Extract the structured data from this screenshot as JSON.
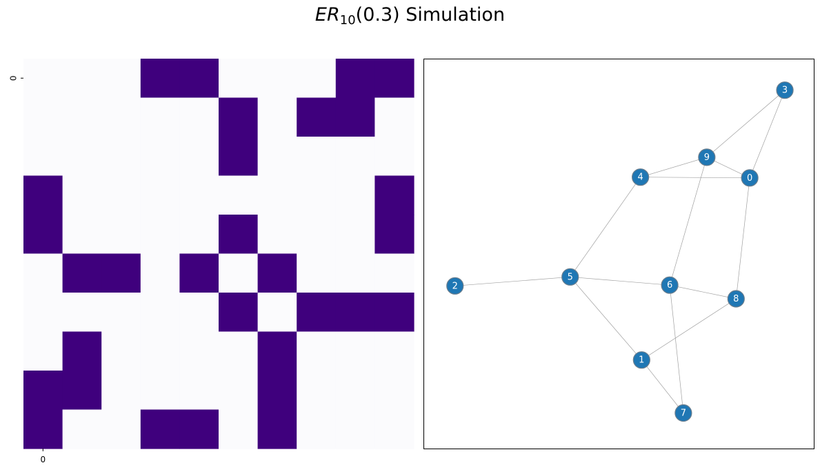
{
  "figure": {
    "title_main": "ER",
    "title_sub": "10",
    "title_rest": "(0.3) Simulation"
  },
  "chart_data": [
    {
      "type": "heatmap",
      "rows": 10,
      "cols": 10,
      "x_tick_labels": [
        "0"
      ],
      "y_tick_labels": [
        "0"
      ],
      "colors": {
        "zero": "#fbfbfd",
        "one": "#3f007d"
      },
      "matrix": [
        [
          0,
          0,
          0,
          1,
          1,
          0,
          0,
          0,
          1,
          1
        ],
        [
          0,
          0,
          0,
          0,
          0,
          1,
          0,
          1,
          1,
          0
        ],
        [
          0,
          0,
          0,
          0,
          0,
          1,
          0,
          0,
          0,
          0
        ],
        [
          1,
          0,
          0,
          0,
          0,
          0,
          0,
          0,
          0,
          1
        ],
        [
          1,
          0,
          0,
          0,
          0,
          1,
          0,
          0,
          0,
          1
        ],
        [
          0,
          1,
          1,
          0,
          1,
          0,
          1,
          0,
          0,
          0
        ],
        [
          0,
          0,
          0,
          0,
          0,
          1,
          0,
          1,
          1,
          1
        ],
        [
          0,
          1,
          0,
          0,
          0,
          0,
          1,
          0,
          0,
          0
        ],
        [
          1,
          1,
          0,
          0,
          0,
          0,
          1,
          0,
          0,
          0
        ],
        [
          1,
          0,
          0,
          1,
          1,
          0,
          1,
          0,
          0,
          0
        ]
      ]
    },
    {
      "type": "network",
      "node_color": "#1f77b4",
      "edge_color": "#a0a0a0",
      "nodes": [
        {
          "id": "0",
          "x": 0.835,
          "y": 0.695
        },
        {
          "id": "1",
          "x": 0.558,
          "y": 0.228
        },
        {
          "id": "2",
          "x": 0.08,
          "y": 0.418
        },
        {
          "id": "3",
          "x": 0.925,
          "y": 0.92
        },
        {
          "id": "4",
          "x": 0.555,
          "y": 0.697
        },
        {
          "id": "5",
          "x": 0.375,
          "y": 0.441
        },
        {
          "id": "6",
          "x": 0.63,
          "y": 0.42
        },
        {
          "id": "7",
          "x": 0.665,
          "y": 0.092
        },
        {
          "id": "8",
          "x": 0.8,
          "y": 0.385
        },
        {
          "id": "9",
          "x": 0.725,
          "y": 0.748
        }
      ],
      "edges": [
        [
          "0",
          "3"
        ],
        [
          "0",
          "4"
        ],
        [
          "0",
          "8"
        ],
        [
          "0",
          "9"
        ],
        [
          "1",
          "5"
        ],
        [
          "1",
          "7"
        ],
        [
          "1",
          "8"
        ],
        [
          "2",
          "5"
        ],
        [
          "3",
          "9"
        ],
        [
          "4",
          "5"
        ],
        [
          "4",
          "9"
        ],
        [
          "5",
          "6"
        ],
        [
          "6",
          "7"
        ],
        [
          "6",
          "8"
        ],
        [
          "6",
          "9"
        ]
      ]
    }
  ]
}
